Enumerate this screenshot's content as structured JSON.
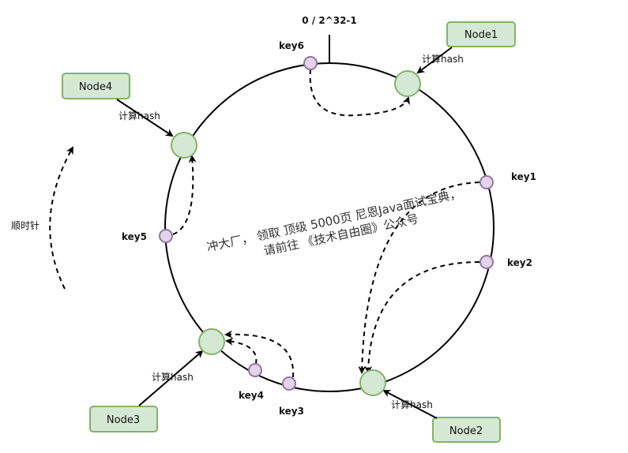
{
  "ring": {
    "top_label": "0 / 2^32-1",
    "direction_label": "顺时针"
  },
  "nodes": [
    {
      "id": "node1",
      "label": "Node1",
      "hash_label": "计算hash"
    },
    {
      "id": "node2",
      "label": "Node2",
      "hash_label": "计算hash"
    },
    {
      "id": "node3",
      "label": "Node3",
      "hash_label": "计算hash"
    },
    {
      "id": "node4",
      "label": "Node4",
      "hash_label": "计算hash"
    }
  ],
  "keys": [
    {
      "id": "key1",
      "label": "key1",
      "maps_to": "node2"
    },
    {
      "id": "key2",
      "label": "key2",
      "maps_to": "node2"
    },
    {
      "id": "key3",
      "label": "key3",
      "maps_to": "node3"
    },
    {
      "id": "key4",
      "label": "key4",
      "maps_to": "node3"
    },
    {
      "id": "key5",
      "label": "key5",
      "maps_to": "node4"
    },
    {
      "id": "key6",
      "label": "key6",
      "maps_to": "node1"
    }
  ],
  "watermark": {
    "line1": "冲大厂， 领取 顶级  5000页 尼恩Java面试宝典，",
    "line2": "请前往 《技术自由圈》公众号"
  },
  "colors": {
    "node_fill": "#d5e8d4",
    "node_stroke": "#82b366",
    "key_fill": "#e1d5e7",
    "key_stroke": "#9673a6",
    "line": "#000000"
  }
}
